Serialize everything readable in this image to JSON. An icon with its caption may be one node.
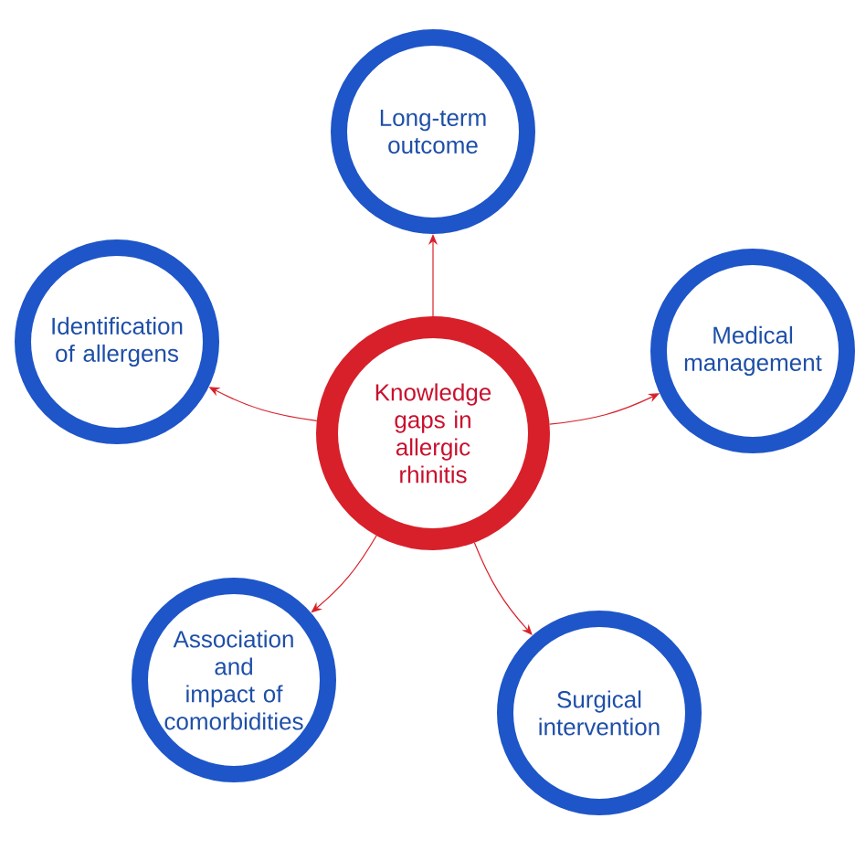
{
  "diagram": {
    "nodes": [
      {
        "text": [
          "Long-term outcome"
        ]
      },
      {
        "text": [
          "Identification of allergens"
        ]
      },
      {
        "text": [
          "Knowledge gaps in allergic rhinitis"
        ]
      },
      {
        "text": [
          "Medical management"
        ]
      },
      {
        "text": [
          "Association and impact of comorbidities"
        ]
      },
      {
        "text": [
          "Surgical intervention"
        ]
      }
    ],
    "edges": [
      {
        "from": 2,
        "to": 0,
        "arrow": "to"
      },
      {
        "from": 2,
        "to": 1,
        "arrow": "to"
      },
      {
        "from": 2,
        "to": 3,
        "arrow": "to"
      },
      {
        "from": 2,
        "to": 4,
        "arrow": "to"
      },
      {
        "from": 2,
        "to": 5,
        "arrow": "to"
      }
    ]
  }
}
